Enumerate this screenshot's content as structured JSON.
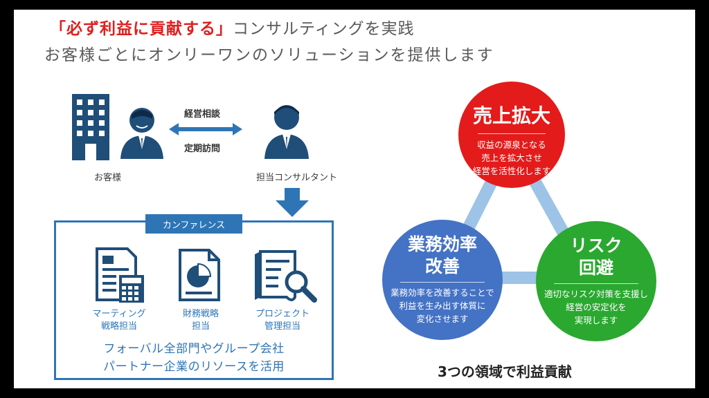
{
  "header": {
    "headline_accent": "「必ず利益に貢献する」",
    "headline_rest": "コンサルティングを実践",
    "subline": "お客様ごとにオンリーワンのソリューションを提供します"
  },
  "relationship": {
    "client_label": "お客様",
    "consultant_label": "担当コンサルタント",
    "arrow_label_top": "経営相談",
    "arrow_label_bottom": "定期訪問"
  },
  "conference": {
    "tab_label": "カンファレンス",
    "roles": [
      {
        "line1": "マーティング",
        "line2": "戦略担当",
        "icon": "marketing-calculator-icon"
      },
      {
        "line1": "財務戦略",
        "line2": "担当",
        "icon": "financial-pie-chart-icon"
      },
      {
        "line1": "プロジェクト",
        "line2": "管理担当",
        "icon": "project-search-icon"
      }
    ],
    "footer_line1": "フォーバル全部門やグループ会社",
    "footer_line2": "パートナー企業のリソースを活用"
  },
  "areas": {
    "sales": {
      "title": "売上拡大",
      "desc": [
        "収益の源泉となる",
        "売上を拡大させ",
        "経営を活性化します"
      ],
      "color": "#e31b1b"
    },
    "efficiency": {
      "title_line1": "業務効率",
      "title_line2": "改善",
      "desc": [
        "業務効率を改善することで",
        "利益を生み出す体質に",
        "変化させます"
      ],
      "color": "#4472c4"
    },
    "risk": {
      "title_line1": "リスク",
      "title_line2": "回避",
      "desc": [
        "適切なリスク対策を支援し",
        "経営の安定化を",
        "実現します"
      ],
      "color": "#2aa830"
    },
    "connector_color": "#9dc3e6",
    "caption": "3つの領域で利益貢献"
  }
}
